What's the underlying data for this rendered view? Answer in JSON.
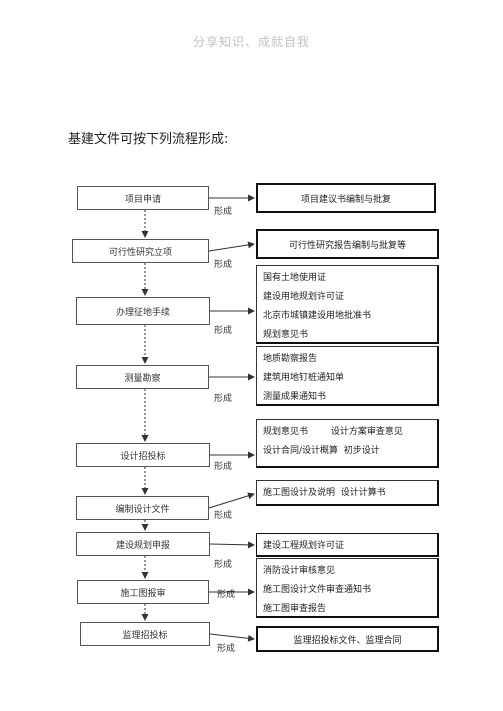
{
  "header": "分享知识、成就自我",
  "intro": "基建文件可按下列流程形成:",
  "forms_label": "形成",
  "steps": [
    {
      "label": "项目申请",
      "outputs": [
        "项目建议书编制与批复"
      ]
    },
    {
      "label": "可行性研究立项",
      "outputs": [
        "可行性研究报告编制与批复等"
      ]
    },
    {
      "label": "办理征地手续",
      "outputs": [
        "国有土地使用证",
        "建设用地规划许可证",
        "北京市城镇建设用地批准书",
        "规划意见书"
      ]
    },
    {
      "label": "测量勘察",
      "outputs": [
        "地质勘察报告",
        "建筑用地钉桩通知单",
        "测量成果通知书"
      ]
    },
    {
      "label": "设计招投标",
      "outputs": [
        "规划意见书        设计方案审查意见",
        "设计合同/设计概算  初步设计"
      ]
    },
    {
      "label": "编制设计文件",
      "outputs": [
        "施工图设计及说明  设计计算书"
      ]
    },
    {
      "label": "建设规划申报",
      "outputs": [
        "建设工程规划许可证"
      ]
    },
    {
      "label": "施工图报审",
      "outputs": [
        "消防设计审核意见",
        "施工图设计文件审查通知书",
        "施工图审查报告"
      ]
    },
    {
      "label": "监理招投标",
      "outputs": [
        "监理招投标文件、监理合同"
      ]
    }
  ]
}
